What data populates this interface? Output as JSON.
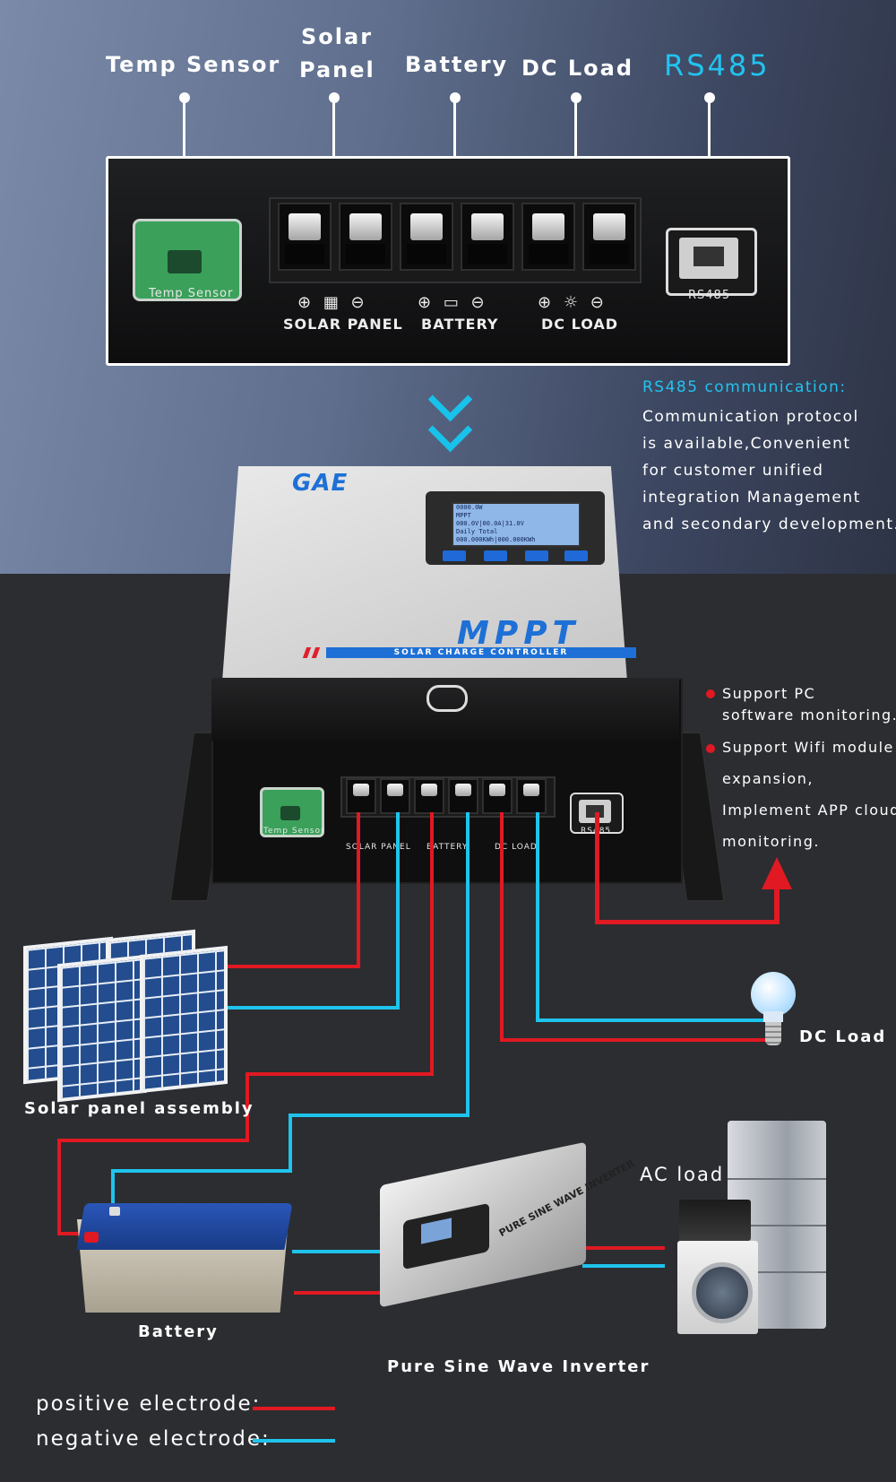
{
  "top_labels": {
    "temp_sensor": "Temp Sensor",
    "solar_panel_line1": "Solar",
    "solar_panel_line2": "Panel",
    "battery": "Battery",
    "dc_load": "DC Load",
    "rs485": "RS485"
  },
  "panel": {
    "temp_sensor_tag": "Temp Sensor",
    "rs485_tag": "RS485",
    "solar_panel_tag": "SOLAR PANEL",
    "battery_tag": "BATTERY",
    "dc_load_tag": "DC LOAD",
    "plus_symbol": "⊕",
    "minus_symbol": "⊖"
  },
  "rs485_info": {
    "title": "RS485 communication:",
    "lines": [
      "Communication protocol",
      "is available,Convenient",
      "for customer unified",
      "integration Management",
      "and secondary development."
    ]
  },
  "device": {
    "logo": "GAE",
    "mppt": "MPPT",
    "subtitle": "SOLAR CHARGE CONTROLLER",
    "screen_lines": [
      "0000.0W",
      "MPPT",
      "000.0V|00.0A|31.0V",
      "Daily    Total",
      "000.000KWh|000.000KWh"
    ],
    "temp_sensor_tag": "Temp Sensor",
    "solar_panel_tag": "SOLAR PANEL",
    "battery_tag": "BATTERY",
    "dc_load_tag": "DC LOAD",
    "rs485_tag": "RS485"
  },
  "features": {
    "item1_line1": "Support PC",
    "item1_line2": "software monitoring.",
    "item2_line1": "Support Wifi module",
    "item2_line2": "expansion,",
    "item2_line3": "Implement APP cloud",
    "item2_line4": "monitoring."
  },
  "captions": {
    "solar": "Solar panel assembly",
    "battery": "Battery",
    "inverter": "Pure Sine Wave Inverter",
    "dc_load": "DC Load",
    "ac_load": "AC load"
  },
  "inverter_text": "PURE SINE WAVE INVERTER",
  "legend": {
    "positive": "positive electrode:",
    "negative": "negative electrode:"
  },
  "colors": {
    "positive_wire": "#e01922",
    "negative_wire": "#1fc4ec",
    "accent": "#22c3f0"
  }
}
